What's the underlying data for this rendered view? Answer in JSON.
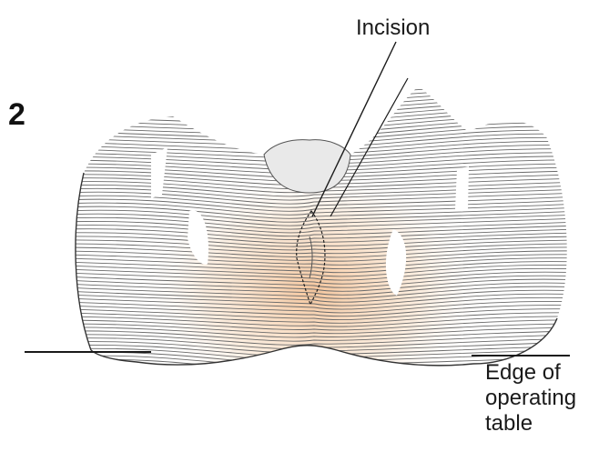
{
  "figure": {
    "number": "2",
    "labels": {
      "incision": "Incision",
      "edge_line1": "Edge of",
      "edge_line2": "operating",
      "edge_line3": "table"
    }
  },
  "colors": {
    "line": "#1a1a1a",
    "hatch": "#6b6b6b",
    "flesh_tint": "#f2c29a"
  }
}
